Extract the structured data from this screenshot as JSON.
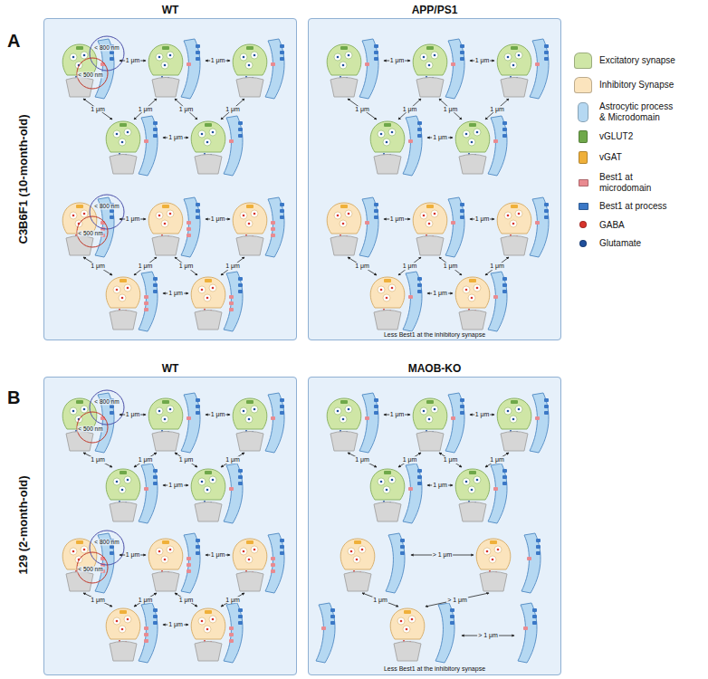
{
  "diagram": {
    "nodes": [
      {
        "text": [
          "WT"
        ]
      },
      {
        "text": [
          "APP/PS1"
        ]
      },
      {
        "text": [
          "WT"
        ]
      },
      {
        "text": [
          "MAOB-KO"
        ]
      }
    ],
    "labels": [
      "A",
      "C3B6F1 (10-month-old)",
      "B",
      "129 (2-month-old)",
      "< 800 nm",
      "< 500 nm",
      "1 μm",
      "1 μm",
      "1 μm",
      "1 μm",
      "1 μm",
      "1 μm",
      "1 μm",
      "< 800 nm",
      "< 500 nm",
      "1 μm",
      "1 μm",
      "1 μm",
      "1 μm",
      "1 μm",
      "1 μm",
      "1 μm",
      "1 μm",
      "1 μm",
      "1 μm",
      "1 μm",
      "1 μm",
      "1 μm",
      "1 μm",
      "1 μm",
      "1 μm",
      "1 μm",
      "1 μm",
      "1 μm",
      "1 μm",
      "1 μm",
      "Less Best1 at the inhibitory synapse",
      "< 800 nm",
      "< 500 nm",
      "1 μm",
      "1 μm",
      "1 μm",
      "1 μm",
      "1 μm",
      "1 μm",
      "1 μm",
      "< 800 nm",
      "< 500 nm",
      "1 μm",
      "1 μm",
      "1 μm",
      "1 μm",
      "1 μm",
      "1 μm",
      "1 μm",
      "1 μm",
      "1 μm",
      "1 μm",
      "1 μm",
      "1 μm",
      "1 μm",
      "1 μm",
      "> 1 μm",
      "1 μm",
      "> 1 μm",
      "> 1 μm",
      "Less Best1 at the inhibitory synapse"
    ],
    "legend": [
      {
        "text": "Excitatory synapse",
        "color": "#cfe6a6"
      },
      {
        "text": "Inhibitory Synapse",
        "color": "#fbe4bd"
      },
      {
        "text": "Astrocytic process & Microdomain",
        "color": "#b5d8f2"
      },
      {
        "text": "vGLUT2",
        "color": "#6fa84a"
      },
      {
        "text": "vGAT",
        "color": "#efb03a"
      },
      {
        "text": "Best1 at microdomain",
        "color": "#e98a90"
      },
      {
        "text": "Best1 at process",
        "color": "#3b78c6"
      },
      {
        "text": "GABA",
        "color": "#d8342c"
      },
      {
        "text": "Glutamate",
        "color": "#1f4f9c"
      }
    ]
  }
}
